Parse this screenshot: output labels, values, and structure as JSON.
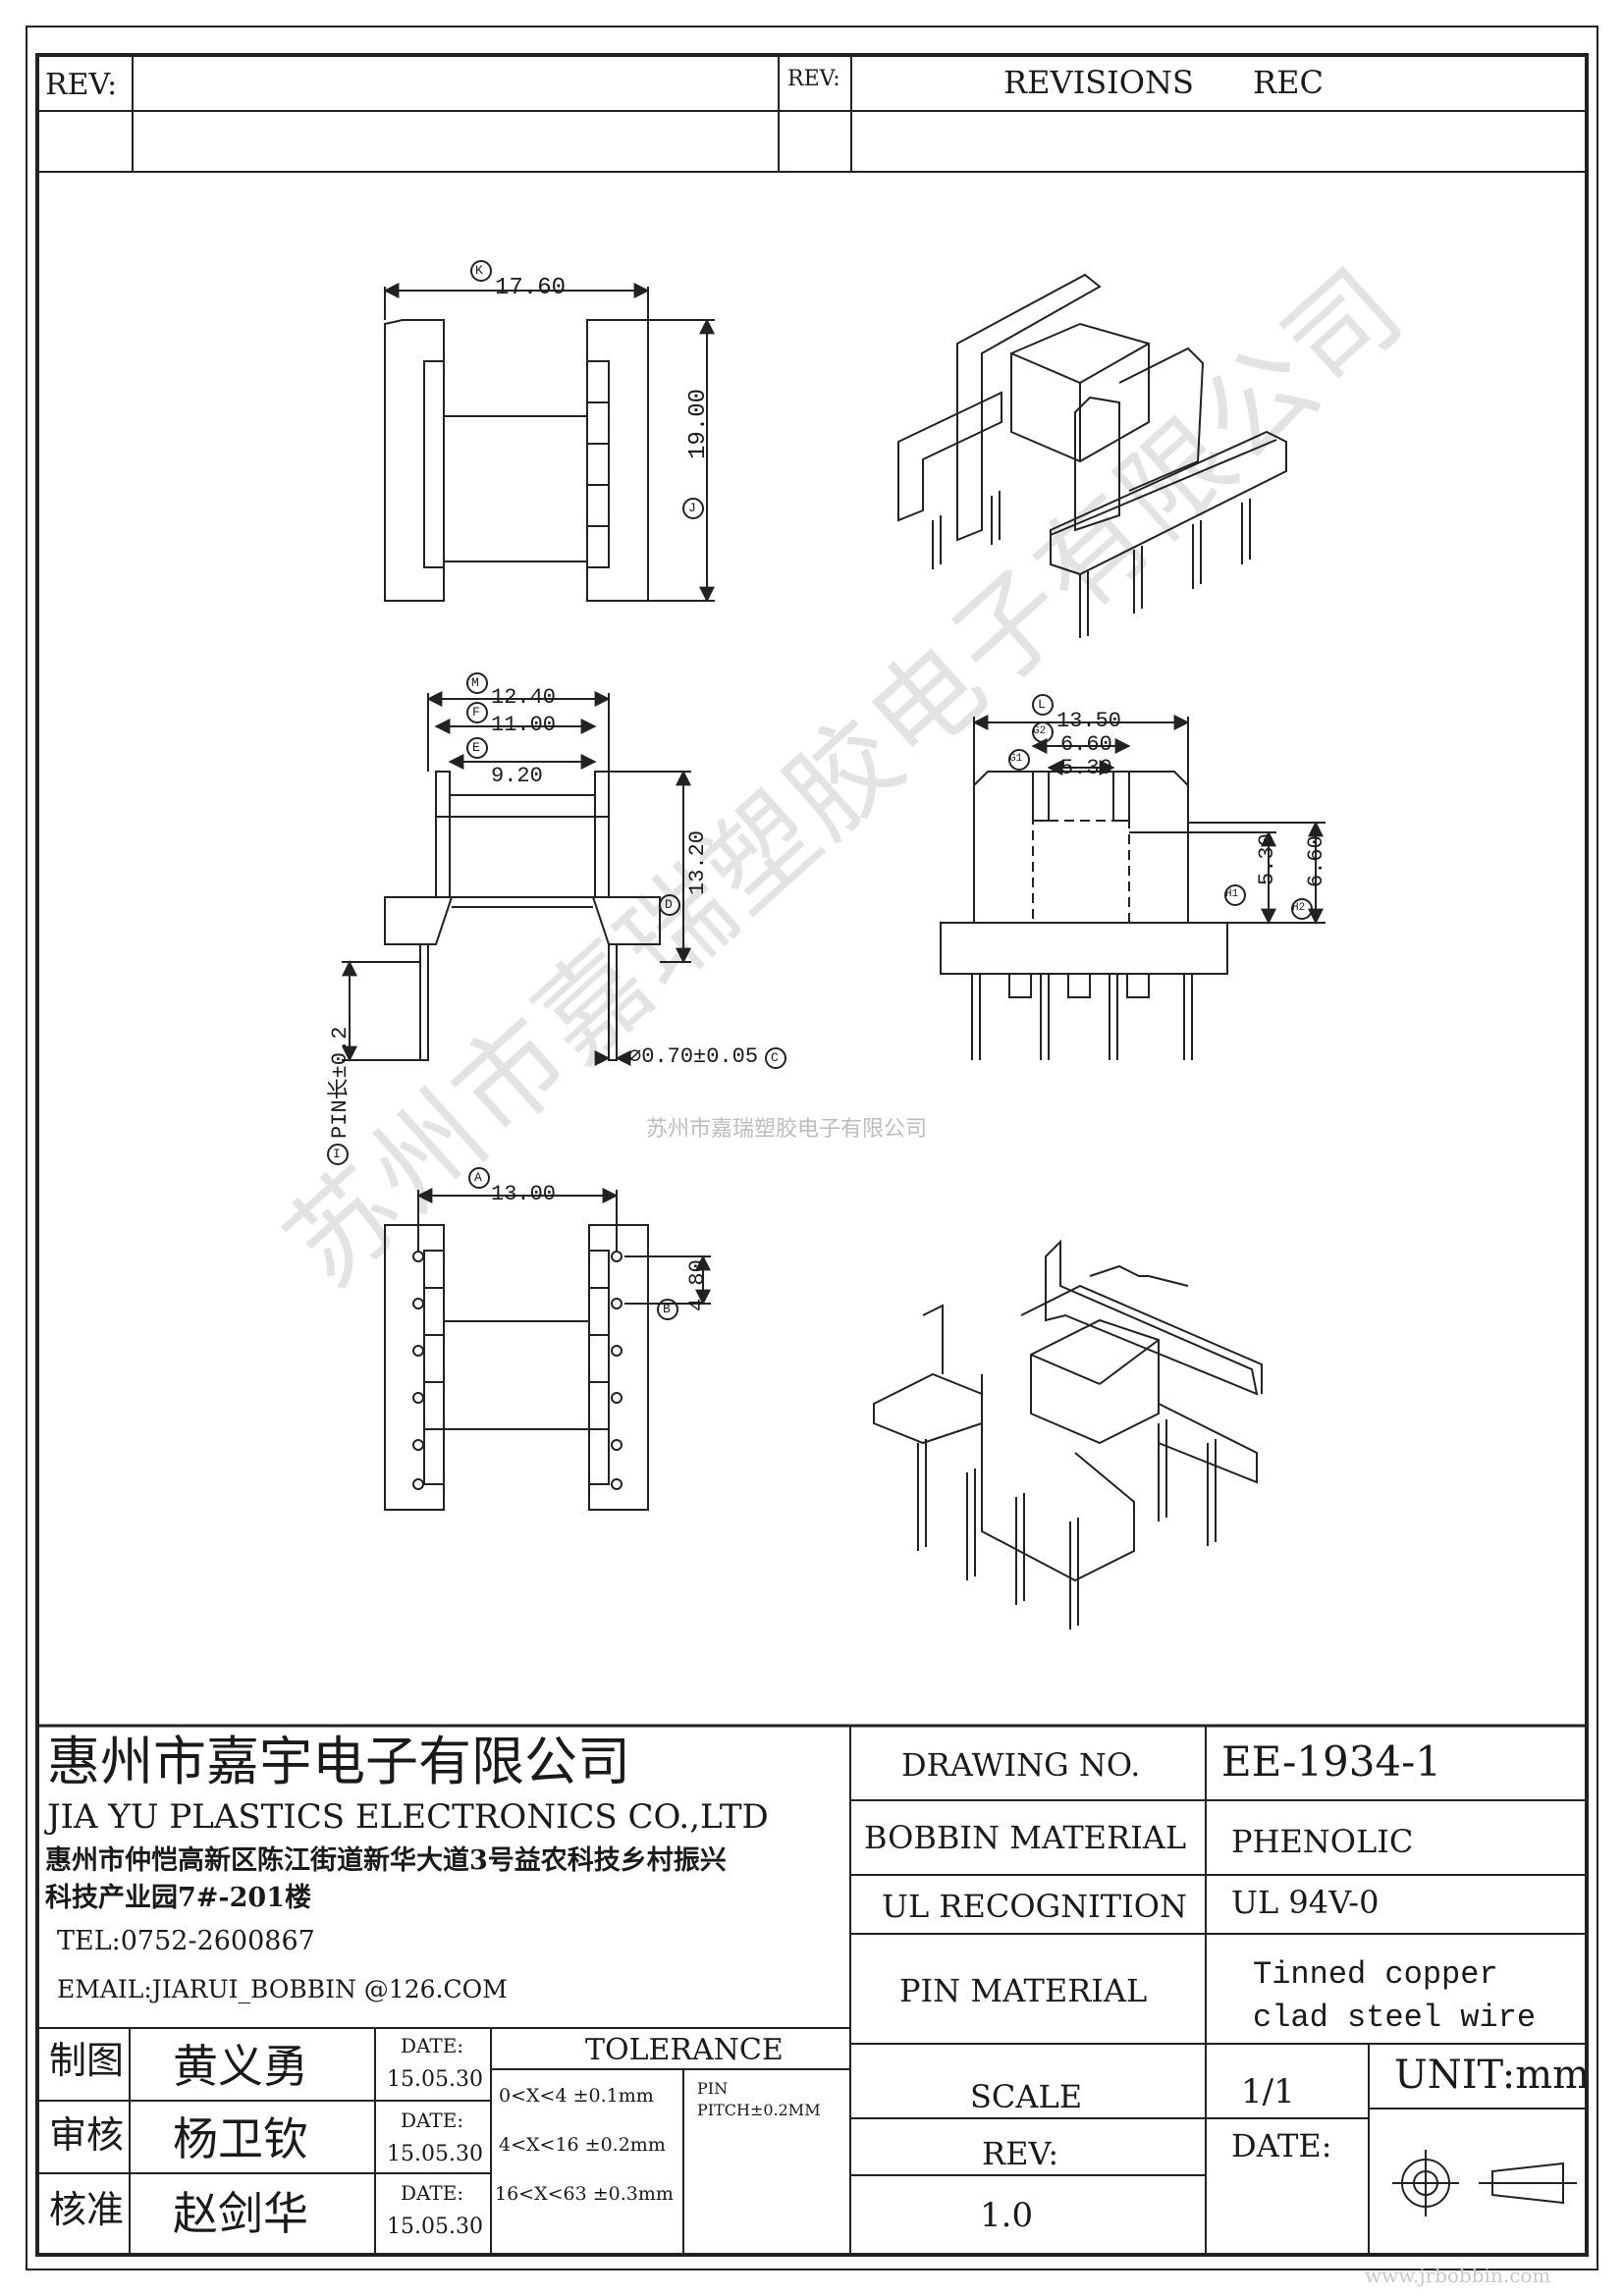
{
  "header": {
    "rev_label": "REV:",
    "rev_label_2": "REV:",
    "revisions_label": "REVISIONS",
    "rec_label": "REC"
  },
  "dimensions": {
    "K": "17.60",
    "J": "19.00",
    "M": "12.40",
    "F": "11.00",
    "E": "9.20",
    "D": "13.20",
    "C": "⌀0.70±0.05",
    "I": "PIN长±0.2",
    "A": "13.00",
    "B": "4.80",
    "L": "13.50",
    "G2": "6.60",
    "G1": "5.30",
    "H1": "5.30",
    "H2": "6.60"
  },
  "callouts": {
    "K": "K",
    "J": "J",
    "M": "M",
    "F": "F",
    "E": "E",
    "D": "D",
    "C": "C",
    "I": "I",
    "A": "A",
    "B": "B",
    "L": "L",
    "G2": "G2",
    "G1": "G1",
    "H1": "H1",
    "H2": "H2"
  },
  "watermark": {
    "center": "苏州市嘉瑞塑胶电子有限公司",
    "diagonal": "苏州市嘉瑞塑胶电子有限公司",
    "corner": "www.jrbobbin.com"
  },
  "title_block": {
    "company_cn": "惠州市嘉宇电子有限公司",
    "company_en": "JIA YU PLASTICS ELECTRONICS CO.,LTD",
    "address_1": "惠州市仲恺高新区陈江街道新华大道3号益农科技乡村振兴",
    "address_2": "科技产业园7#-201楼",
    "tel": "TEL:0752-2600867",
    "email": "EMAIL:JIARUI_BOBBIN @126.COM",
    "drawing_no_label": "DRAWING  NO.",
    "drawing_no": "EE-1934-1",
    "bobbin_material_label": "BOBBIN  MATERIAL",
    "bobbin_material": "PHENOLIC",
    "ul_label": "UL RECOGNITION",
    "ul_value": "UL 94V-0",
    "pin_material_label": "PIN MATERIAL",
    "pin_material_1": "Tinned copper",
    "pin_material_2": "clad steel wire",
    "scale_label": "SCALE",
    "scale_value": "1/1",
    "unit": "UNIT:mm",
    "rev_label": "REV:",
    "rev_value": "1.0",
    "date_label": "DATE:",
    "tolerance_label": "TOLERANCE",
    "tol_1": "0<X<4  ±0.1mm",
    "tol_2": "4<X<16 ±0.2mm",
    "tol_3": "16<X<63 ±0.3mm",
    "pin_pitch_1": "PIN",
    "pin_pitch_2": "PITCH±0.2MM",
    "roles": [
      {
        "role": "制图",
        "name": "黄义勇",
        "date_label": "DATE:",
        "date": "15.05.30"
      },
      {
        "role": "审核",
        "name": "杨卫钦",
        "date_label": "DATE:",
        "date": "15.05.30"
      },
      {
        "role": "核准",
        "name": "赵剑华",
        "date_label": "DATE:",
        "date": "15.05.30"
      }
    ]
  }
}
